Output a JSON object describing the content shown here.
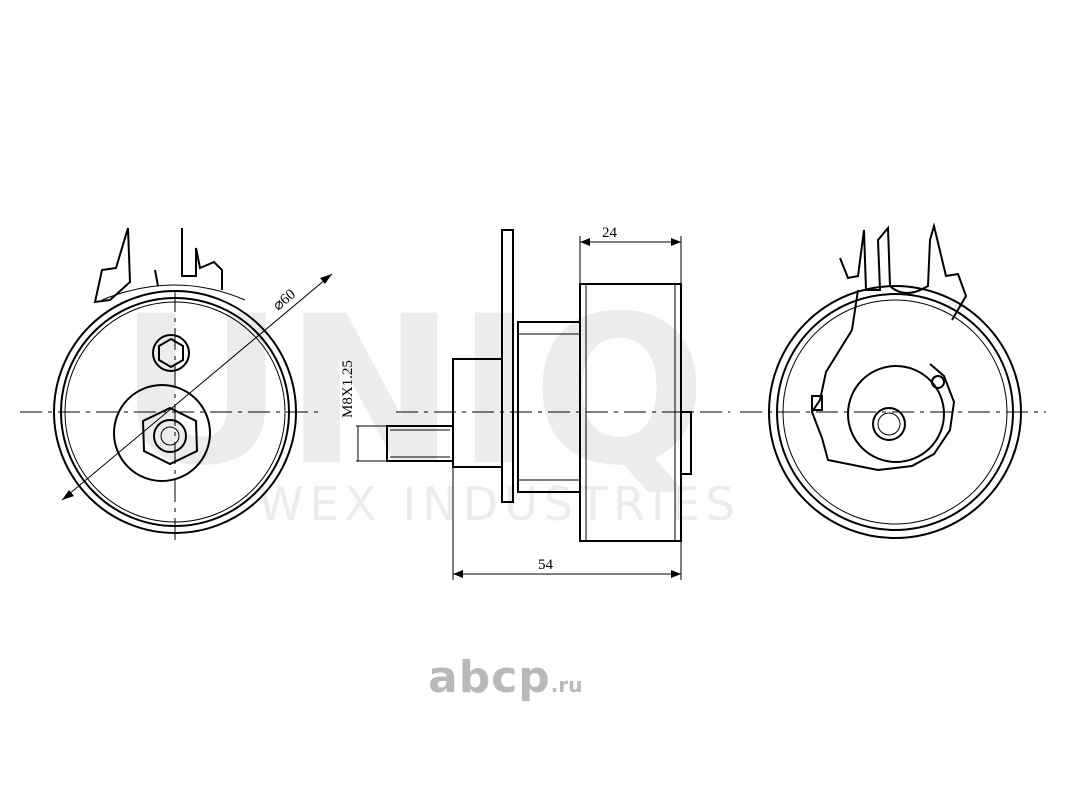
{
  "watermark": {
    "brand": "UNIQ",
    "registered": "®",
    "company": "WEX INDUSTRIES"
  },
  "dimensions": {
    "diameter": "⌀60",
    "thread": "M8X1.25",
    "width_pulley": "24",
    "overall_length": "54"
  },
  "site_logo": {
    "name": "abcp",
    "tld": ".ru"
  },
  "colors": {
    "line": "#000000",
    "watermark": "#ececec",
    "logo": "#b9b9b9"
  }
}
